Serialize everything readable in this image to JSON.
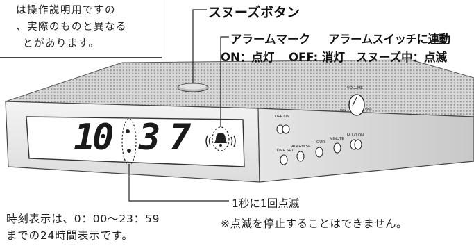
{
  "note": {
    "lines": [
      "は操作説明用ですの",
      "、実際のものと異なる",
      "とがあります。"
    ]
  },
  "labels": {
    "snooze": "スヌーズボタン",
    "alarm_mark": "アラームマーク",
    "alarm_switch": "アラームスイッチに連動",
    "on_state": "ON：点灯",
    "off_state": "OFF: 消灯",
    "snooze_state": "スヌーズ中：点滅",
    "blink": "1秒に1回点滅",
    "blink_note": "※点滅を停止することはできません。",
    "display_note_1": "時刻表示は、0：00〜23：59",
    "display_note_2": "までの24時間表示です。"
  },
  "clock": {
    "digits": [
      "1",
      "0",
      "3",
      "7"
    ],
    "colon": ":",
    "buttons": {
      "off_on": "OFF ON",
      "volume": "VOLUME",
      "vol_min": "MIN",
      "vol_max": "MAX",
      "time_set": "TIME SET",
      "alarm_set": "ALARM SET",
      "hour": "HOUR",
      "minute": "MINUTE",
      "hi_lo_on": "HI LO ON"
    }
  }
}
